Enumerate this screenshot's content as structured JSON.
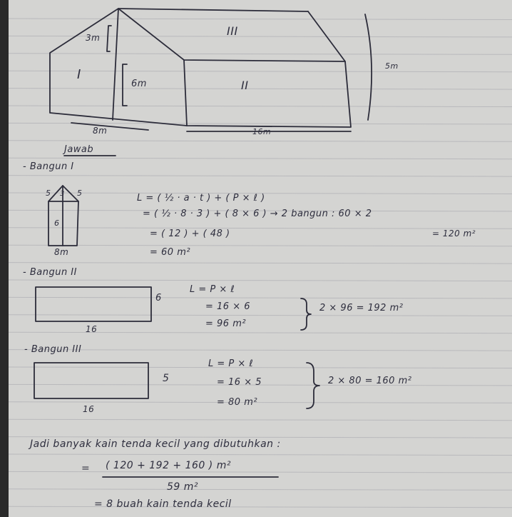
{
  "diagram": {
    "left_height": "3m",
    "left_mark": "I",
    "pillar_height": "6m",
    "right_height": "5m",
    "middle_mark": "II",
    "roof_mark": "III",
    "left_width": "8m",
    "right_width": "16m"
  },
  "answer_label": "Jawab",
  "section1": {
    "title": "- Bangun I",
    "side_left": "5",
    "side_mid": "3",
    "side_right": "5",
    "inner": "6",
    "base": "8m",
    "lines": [
      "L = ( ½ · a · t ) + ( P × ℓ )",
      "= ( ½ · 8 · 3 ) + ( 8 × 6 )  →  2 bangun : 60 × 2",
      "= ( 12 ) + ( 48 )",
      "= 60 m²"
    ],
    "total": "= 120 m²"
  },
  "section2": {
    "title": "- Bangun II",
    "height": "6",
    "width": "16",
    "lines": [
      "L = P × ℓ",
      "= 16 × 6",
      "= 96 m²"
    ],
    "result": "2 × 96 = 192 m²"
  },
  "section3": {
    "title": "- Bangun III",
    "height": "5",
    "width": "16",
    "lines": [
      "L = P × ℓ",
      "= 16 × 5",
      "= 80 m²"
    ],
    "result": "2 × 80 = 160 m²"
  },
  "conclusion": {
    "intro": "Jadi banyak kain tenda kecil yang dibutuhkan :",
    "numerator": "( 120 + 192 + 160 ) m²",
    "denominator": "59 m²",
    "final": "= 8 buah kain tenda kecil"
  }
}
